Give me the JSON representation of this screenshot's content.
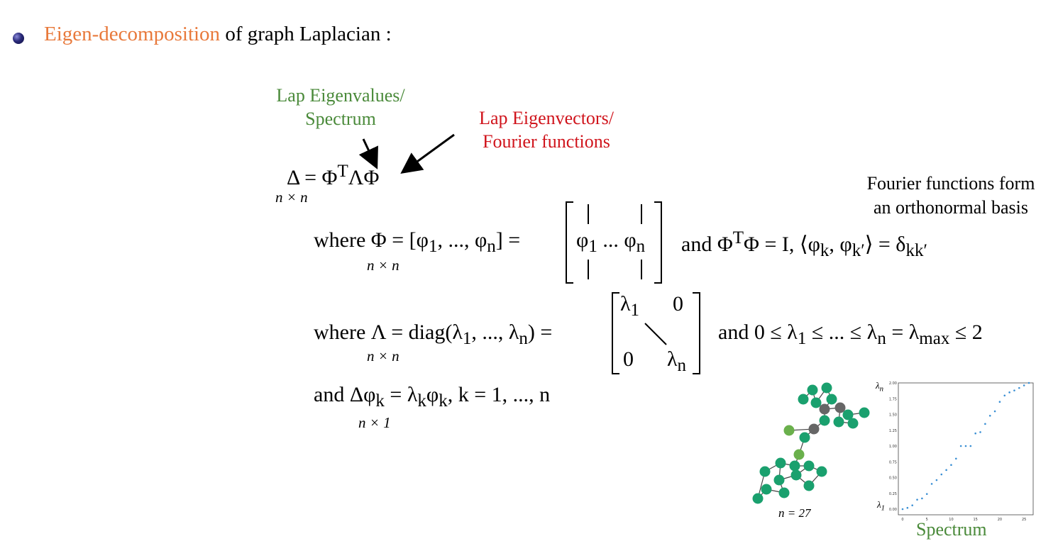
{
  "heading": {
    "highlight": "Eigen-decomposition",
    "rest": "of graph Laplacian :"
  },
  "labels": {
    "eigenvalues_line1": "Lap Eigenvalues/",
    "eigenvalues_line2": "Spectrum",
    "eigenvectors_line1": "Lap Eigenvectors/",
    "eigenvectors_line2": "Fourier functions",
    "note_line1": "Fourier functions form",
    "note_line2": "an orthonormal basis"
  },
  "equations": {
    "eq1": "Δ = Φ<sup>T</sup>ΛΦ",
    "eq1_sub": "n × n",
    "eq2_prefix": "where Φ = [φ<sub>1</sub>, ..., φ<sub>n</sub>] =",
    "eq2_sub": "n × n",
    "eq2_matrix_mid": "φ<sub>1</sub> ... φ<sub>n</sub>",
    "eq2_suffix": "and Φ<sup>T</sup>Φ = I,  ⟨φ<sub>k</sub>, φ<sub>k′</sub>⟩ = δ<sub>kk′</sub>",
    "eq3_prefix": "where Λ = diag(λ<sub>1</sub>, ..., λ<sub>n</sub>) =",
    "eq3_sub": "n × n",
    "eq3_m11": "λ<sub>1</sub>",
    "eq3_m12": "0",
    "eq3_m21": "0",
    "eq3_m22": "λ<sub>n</sub>",
    "eq3_suffix": "and 0 ≤ λ<sub>1</sub> ≤ ... ≤ λ<sub>n</sub> = λ<sub>max</sub> ≤ 2",
    "eq4": "and Δφ<sub>k</sub> = λ<sub>k</sub>φ<sub>k</sub>,    k = 1, ..., n",
    "eq4_sub": "n × 1"
  },
  "graph_caption": "n = 27",
  "spectrum_caption": "Spectrum",
  "chart_data": {
    "type": "scatter",
    "title": "",
    "xlabel": "",
    "ylabel": "",
    "y_axis_markers": [
      "λn",
      "λ1"
    ],
    "xlim": [
      0,
      26
    ],
    "ylim": [
      0,
      2.0
    ],
    "xticks": [
      "0",
      "5",
      "10",
      "15",
      "20",
      "25"
    ],
    "yticks": [
      "0.00",
      "0.25",
      "0.50",
      "0.75",
      "1.00",
      "1.25",
      "1.50",
      "1.75",
      "2.00"
    ],
    "series": [
      {
        "x": [
          0,
          1,
          2,
          3,
          4,
          5,
          6,
          7,
          8,
          9,
          10,
          11,
          12,
          13,
          14,
          15,
          16,
          17,
          18,
          19,
          20,
          21,
          22,
          23,
          24,
          25,
          26
        ],
        "y": [
          0.0,
          0.02,
          0.06,
          0.15,
          0.17,
          0.24,
          0.4,
          0.46,
          0.55,
          0.62,
          0.7,
          0.8,
          1.0,
          1.0,
          1.0,
          1.2,
          1.22,
          1.35,
          1.48,
          1.55,
          1.7,
          1.8,
          1.85,
          1.88,
          1.92,
          1.96,
          2.0
        ],
        "color": "#3a8fd4"
      }
    ]
  },
  "colors": {
    "orange": "#e8793b",
    "green": "#4a8a3a",
    "red": "#d0141c",
    "node_teal": "#1aa06e",
    "node_gray": "#666666",
    "node_lightgreen": "#6ab04c"
  }
}
